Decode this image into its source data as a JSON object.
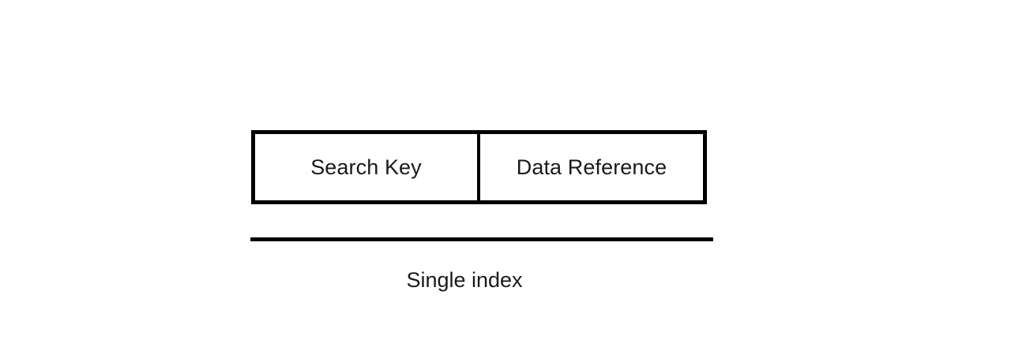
{
  "diagram": {
    "title": "Single index",
    "background_color": "#ffffff",
    "stroke_color": "#000000",
    "text_color": "#1a1a1a",
    "entry": {
      "cells": [
        {
          "label": "Search Key"
        },
        {
          "label": "Data Reference"
        }
      ]
    },
    "caption": "Single index"
  }
}
